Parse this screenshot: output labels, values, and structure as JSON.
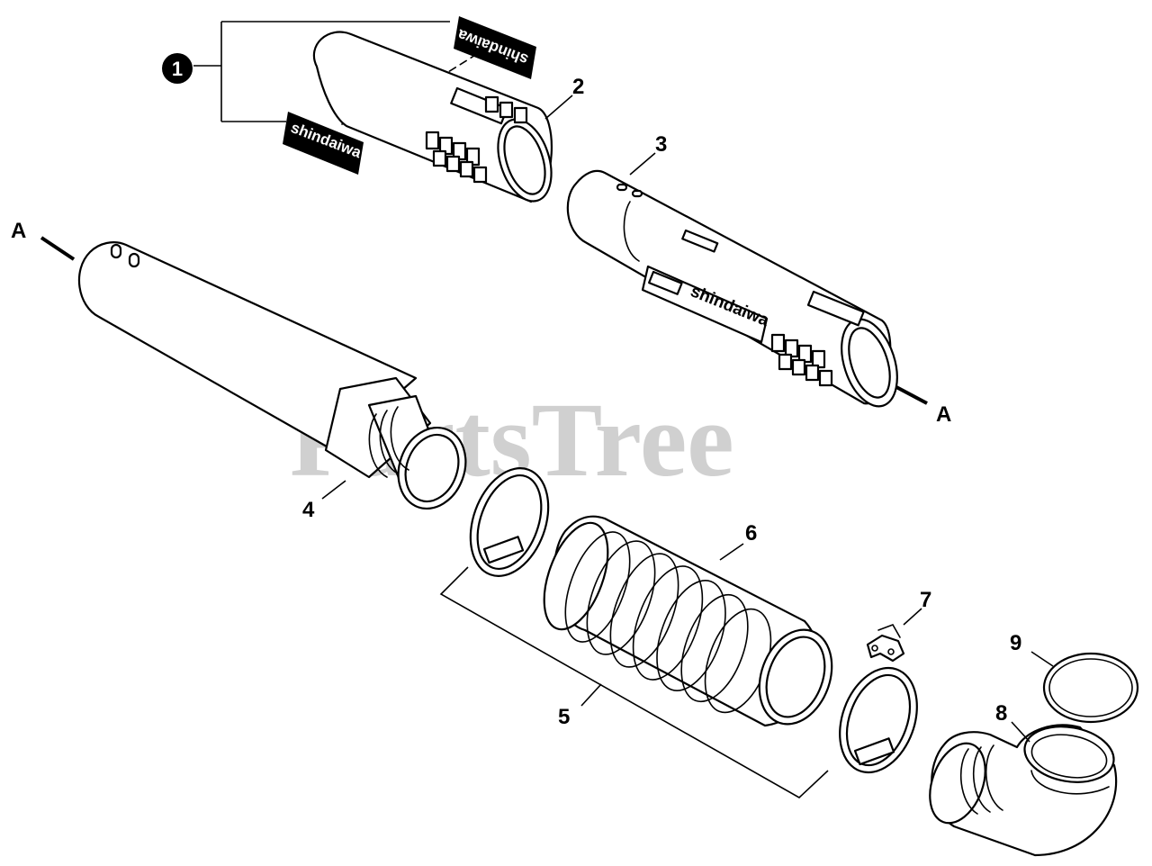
{
  "watermark": "PartsTree",
  "callouts": {
    "c1": "1",
    "c2": "2",
    "c3": "3",
    "c4": "4",
    "c5": "5",
    "c6": "6",
    "c7": "7",
    "c8": "8",
    "c9": "9",
    "a_left": "A",
    "a_right": "A"
  },
  "decals": {
    "top": "shindaiwa",
    "bottom": "shindaiwa",
    "pipe3": "shindaiwa"
  }
}
